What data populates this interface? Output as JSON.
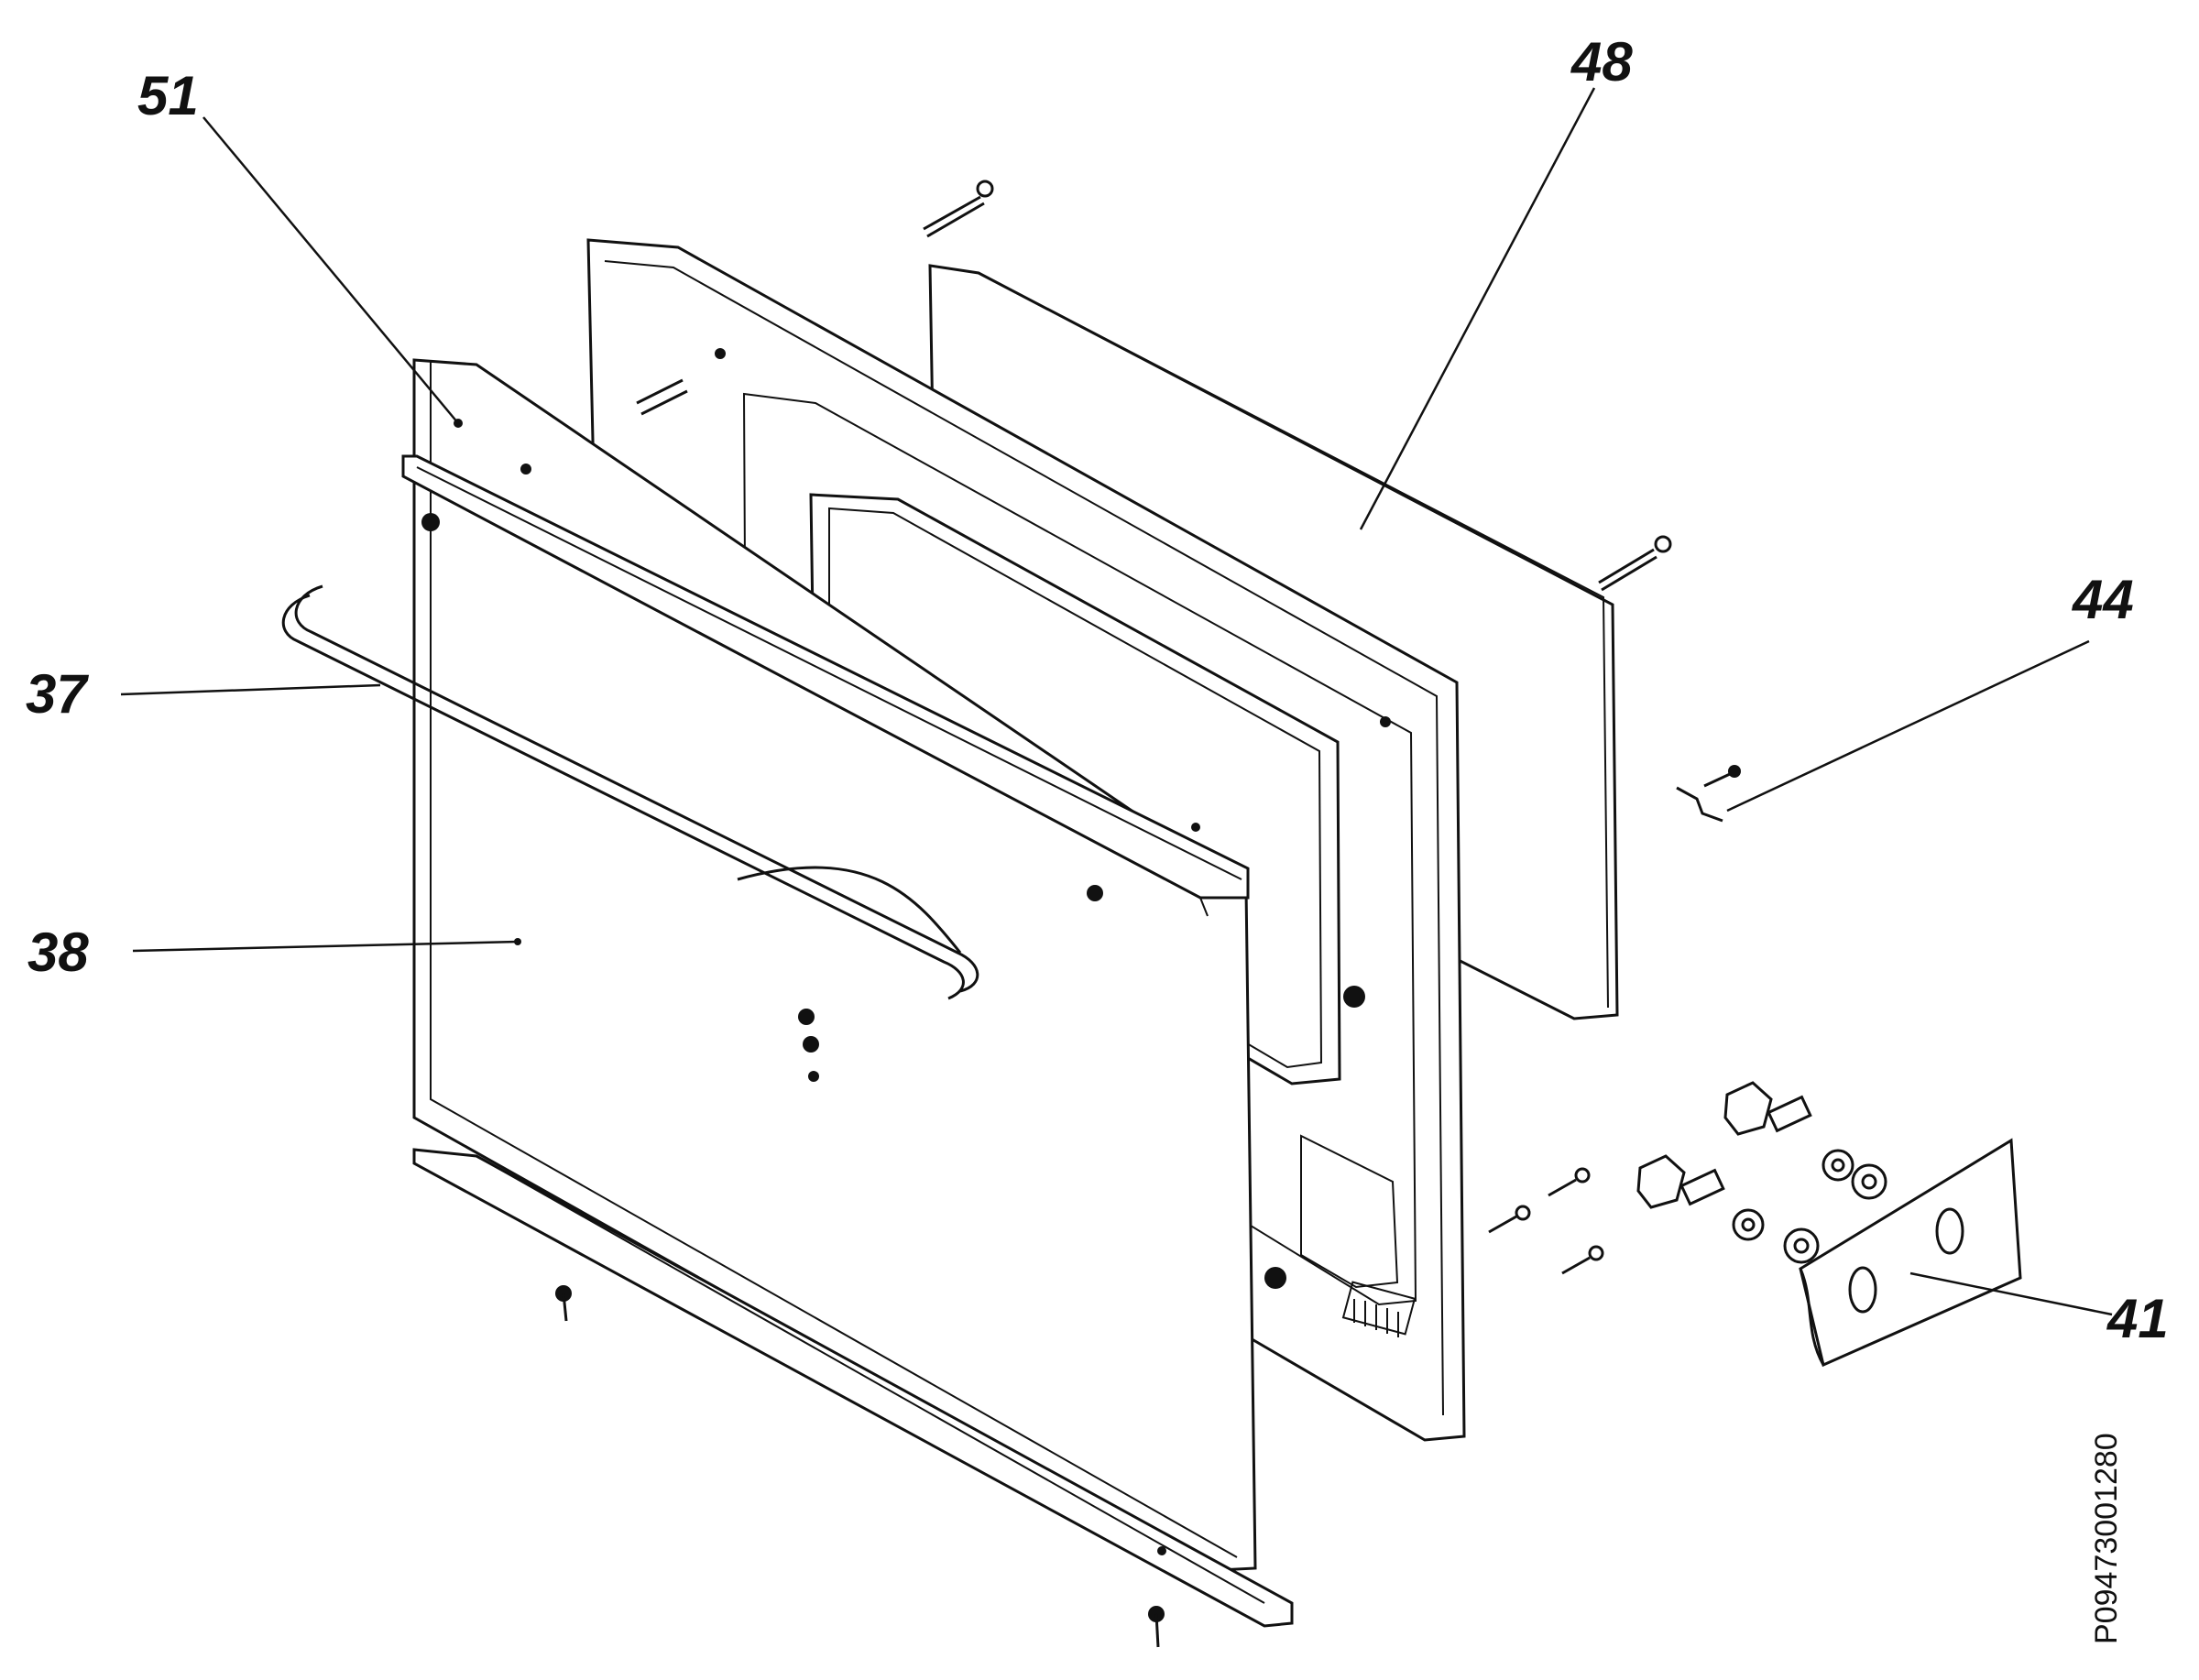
{
  "callouts": [
    {
      "id": "51",
      "label": "51"
    },
    {
      "id": "48",
      "label": "48"
    },
    {
      "id": "44",
      "label": "44"
    },
    {
      "id": "37",
      "label": "37"
    },
    {
      "id": "38",
      "label": "38"
    },
    {
      "id": "41",
      "label": "41"
    }
  ],
  "document_id": "P09473001280",
  "colors": {
    "ink": "#111111",
    "paper": "#ffffff"
  }
}
